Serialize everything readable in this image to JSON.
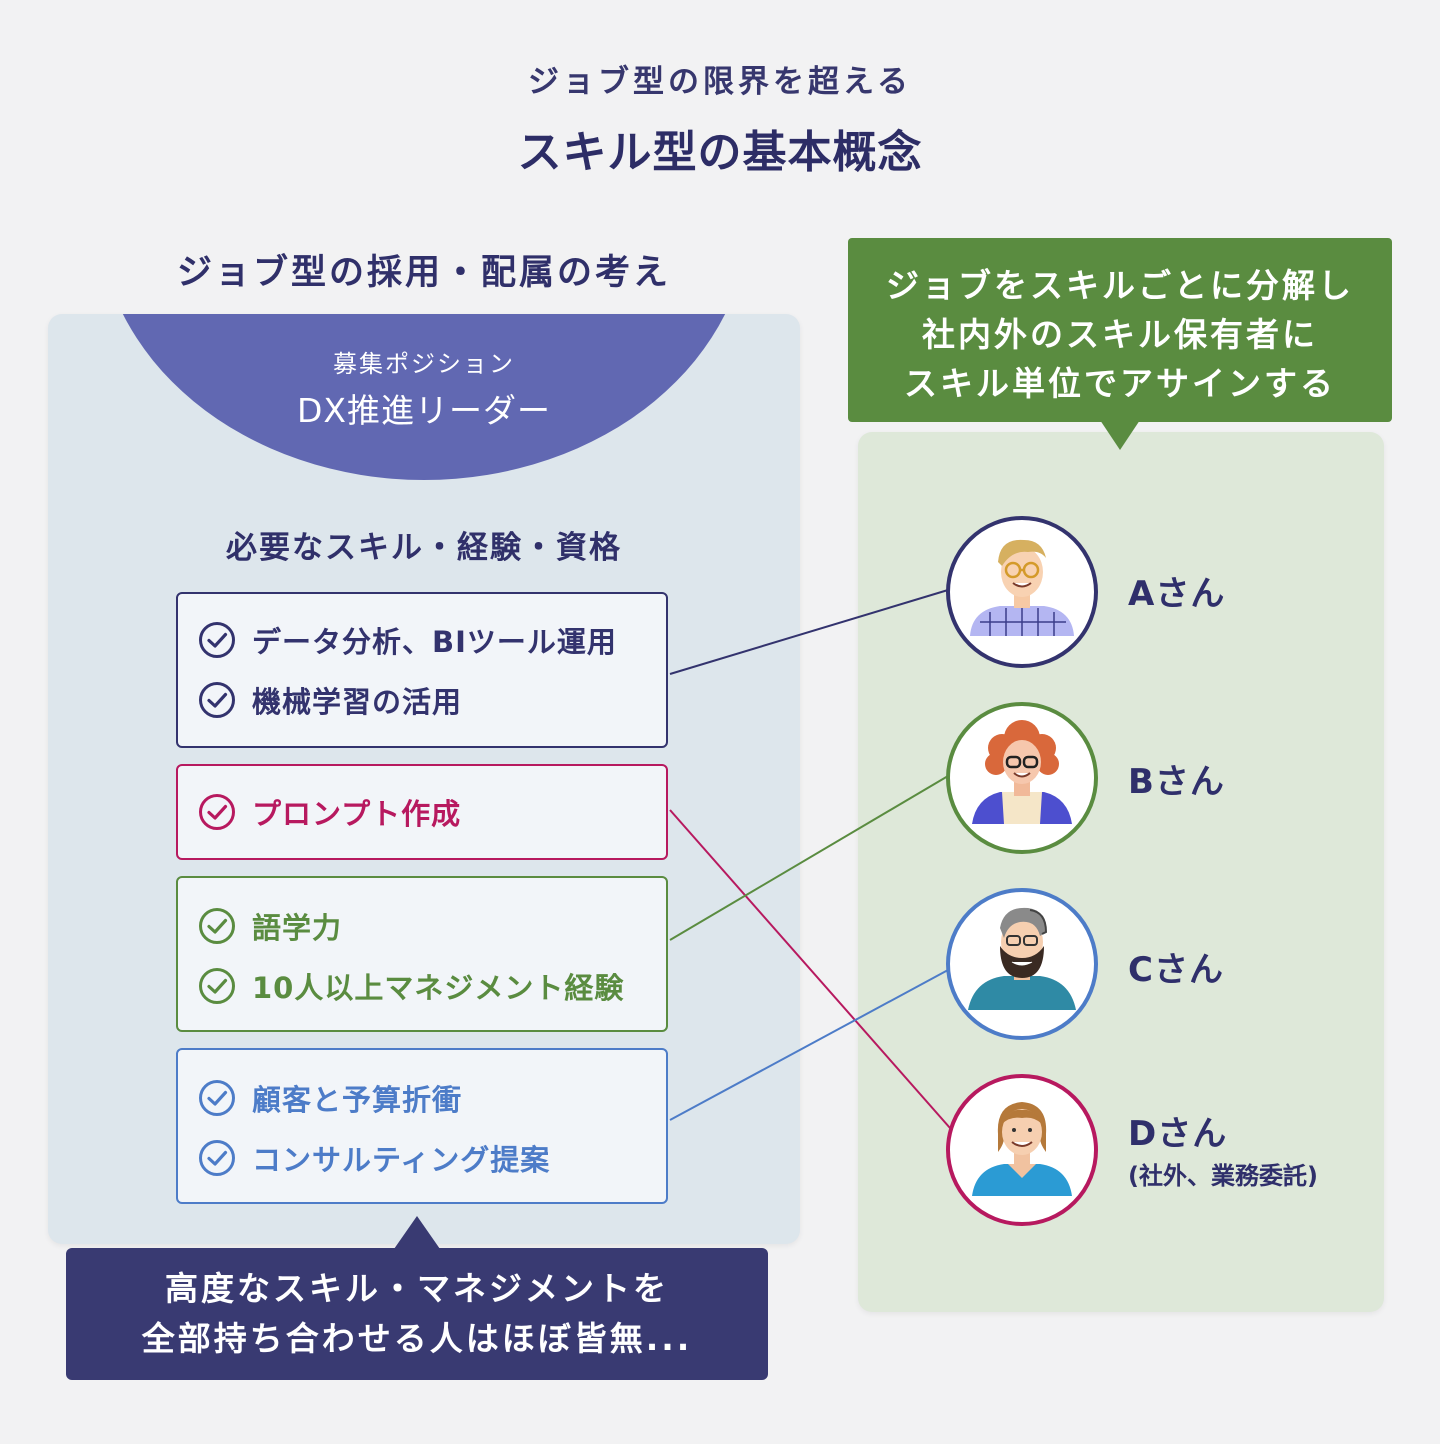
{
  "header": {
    "subtitle": "ジョブ型の限界を超える",
    "title": "スキル型の基本概念"
  },
  "left": {
    "heading": "ジョブ型の採用・配属の考え",
    "position_label": "募集ポジション",
    "position_value": "DX推進リーダー",
    "skills_heading": "必要なスキル・経験・資格",
    "groups": [
      {
        "color": "#33336e",
        "items": [
          "データ分析、BIツール運用",
          "機械学習の活用"
        ]
      },
      {
        "color": "#b7195f",
        "items": [
          "プロンプト作成"
        ]
      },
      {
        "color": "#5a8c40",
        "items": [
          "語学力",
          "10人以上マネジメント経験"
        ]
      },
      {
        "color": "#4d7cc8",
        "items": [
          "顧客と予算折衝",
          "コンサルティング提案"
        ]
      }
    ],
    "conclusion": [
      "高度なスキル・マネジメントを",
      "全部持ち合わせる人はほぼ皆無..."
    ]
  },
  "right": {
    "callout": [
      "ジョブをスキルごとに分解し",
      "社内外のスキル保有者に",
      "スキル単位でアサインする"
    ],
    "people": [
      {
        "name": "Aさん",
        "note": "",
        "ring_color": "#33336e"
      },
      {
        "name": "Bさん",
        "note": "",
        "ring_color": "#5a8c40"
      },
      {
        "name": "Cさん",
        "note": "",
        "ring_color": "#4d7cc8"
      },
      {
        "name": "Dさん",
        "note": "(社外、業務委託)",
        "ring_color": "#b7195f"
      }
    ]
  },
  "connections": [
    {
      "skill_group": 0,
      "person": 0,
      "color": "#33336e"
    },
    {
      "skill_group": 1,
      "person": 3,
      "color": "#b7195f"
    },
    {
      "skill_group": 2,
      "person": 1,
      "color": "#5a8c40"
    },
    {
      "skill_group": 3,
      "person": 2,
      "color": "#4d7cc8"
    }
  ]
}
